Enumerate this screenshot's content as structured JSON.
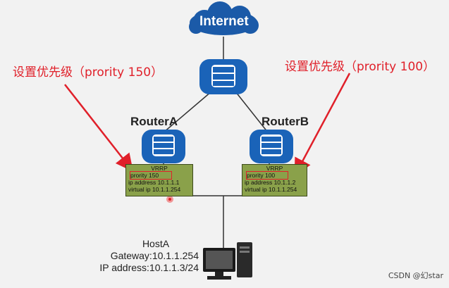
{
  "internet": {
    "label": "Internet"
  },
  "annotations": {
    "left": "设置优先级（prority 150）",
    "right": "设置优先级（prority 100）"
  },
  "routerA": {
    "name": "RouterA",
    "vrrp": {
      "title": "VRRP",
      "priority": "prority 150",
      "ip": "ip address 10.1.1.1",
      "vip": "virtual ip 10.1.1.254"
    }
  },
  "routerB": {
    "name": "RouterB",
    "vrrp": {
      "title": "VRRP",
      "priority": "prority 100",
      "ip": "ip address 10.1.1.2",
      "vip": "virtual ip 10.1.1.254"
    }
  },
  "host": {
    "name": "HostA",
    "gateway": "Gateway:10.1.1.254",
    "ip": "IP address:10.1.1.3/24"
  },
  "watermark": "CSDN @幻star",
  "colors": {
    "router": "#1a63b8",
    "cloud": "#1b5aa8",
    "arrow": "#e0202a",
    "vrrp_box": "#8aa14a"
  }
}
